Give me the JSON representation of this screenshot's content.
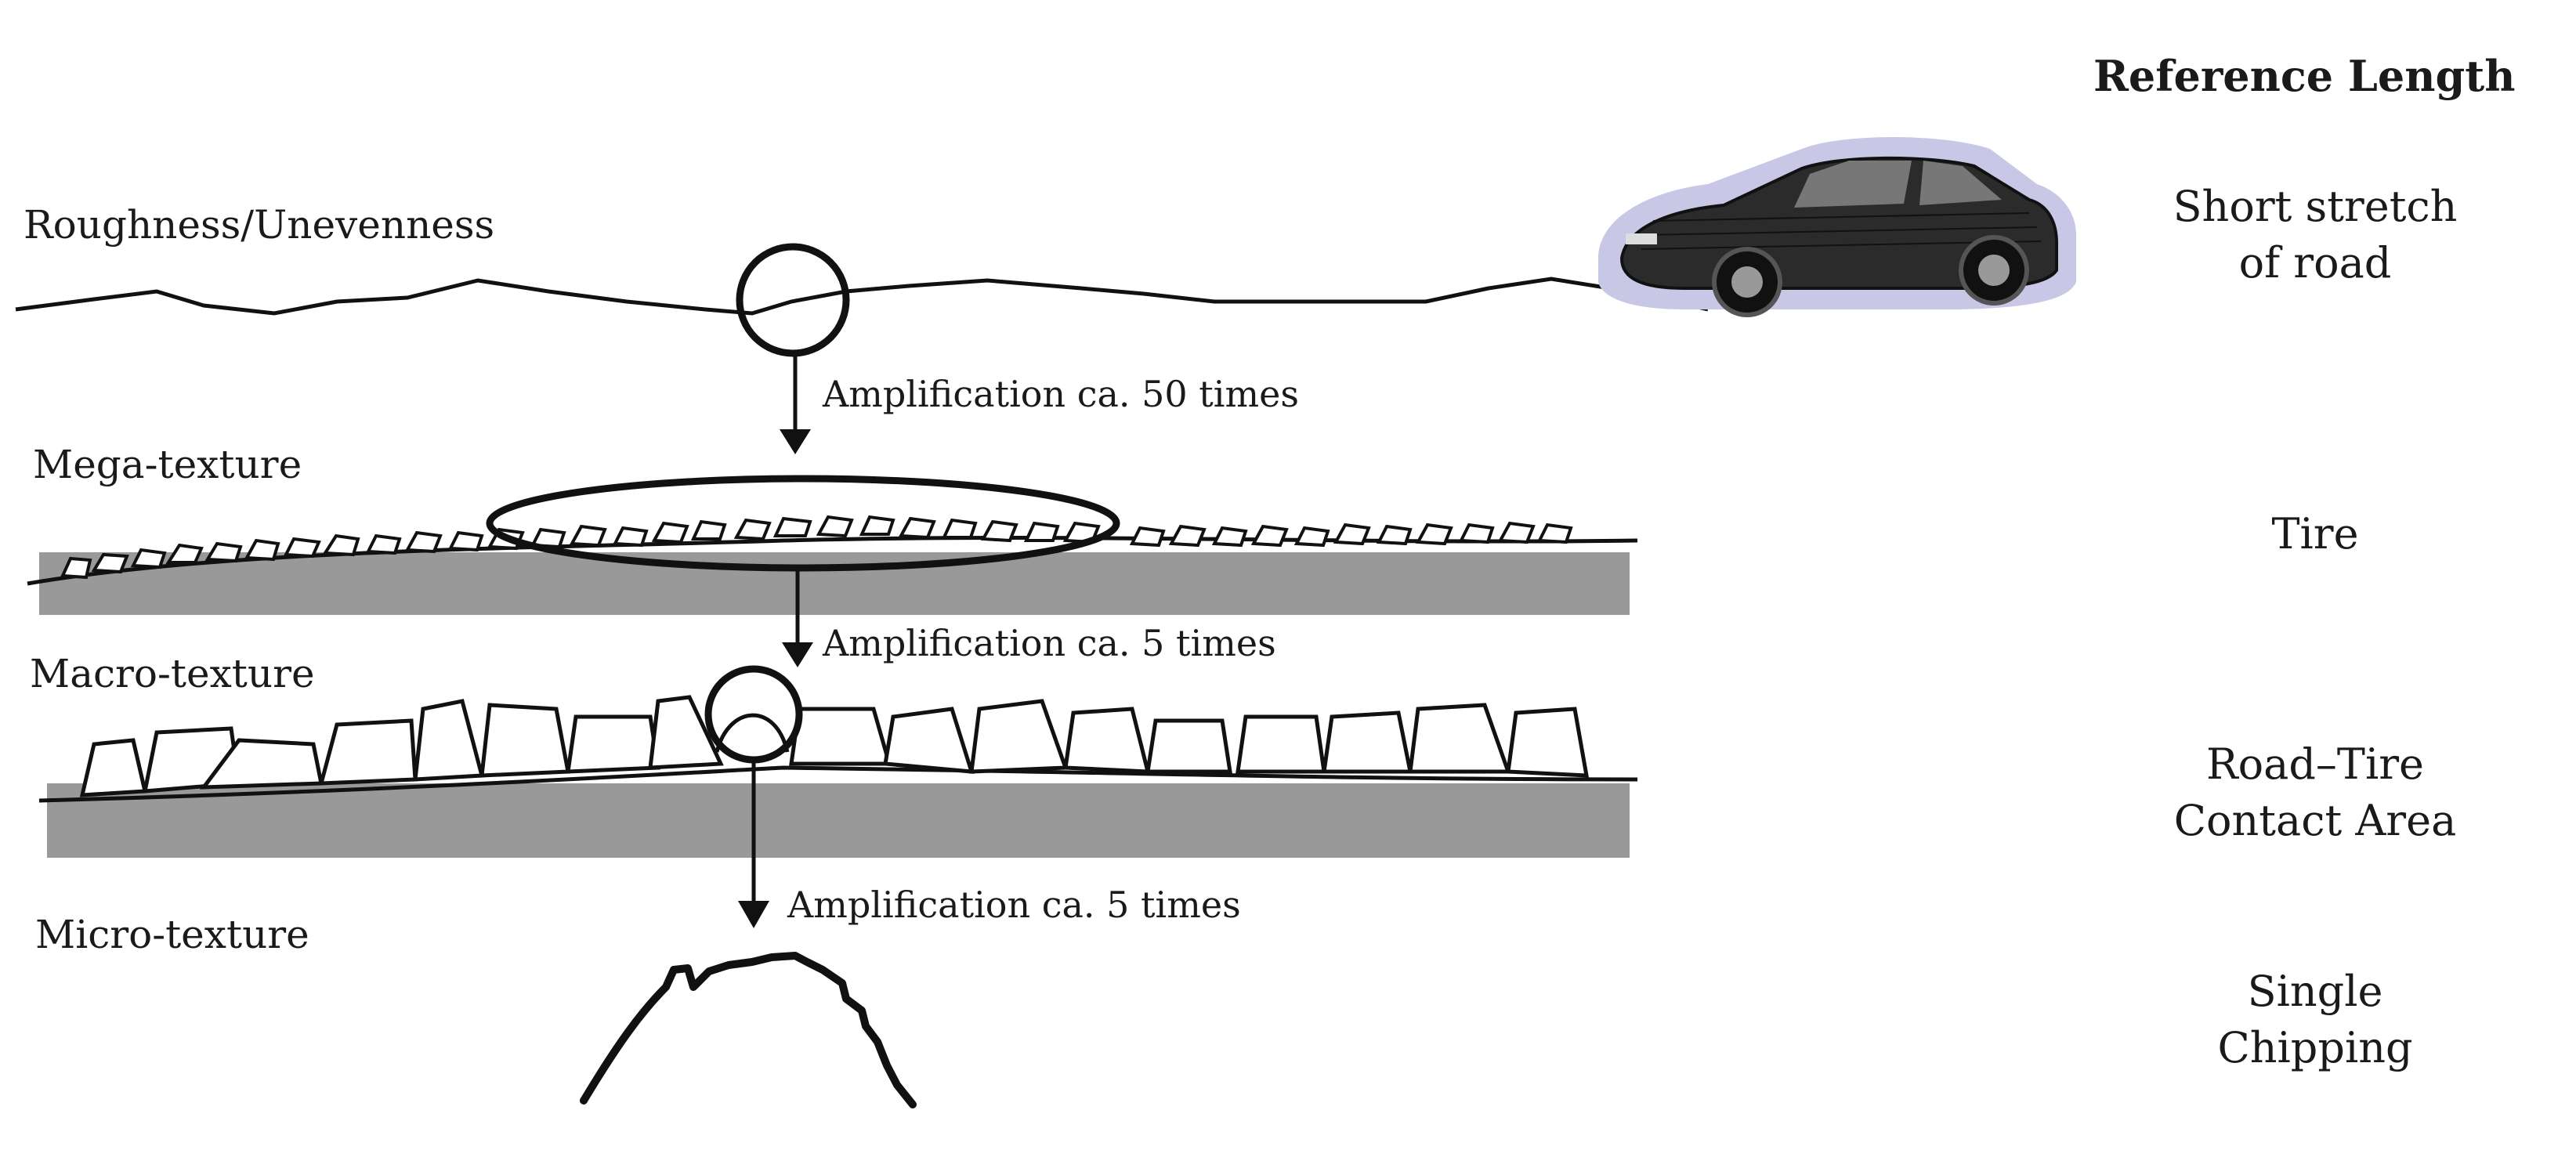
{
  "heading": "Reference Length",
  "levels": [
    {
      "name": "Roughness/Unevenness",
      "reference": [
        "Short stretch",
        "of road"
      ]
    },
    {
      "name": "Mega-texture",
      "reference": [
        "Tire"
      ]
    },
    {
      "name": "Macro-texture",
      "reference": [
        "Road–Tire",
        "Contact Area"
      ]
    },
    {
      "name": "Micro-texture",
      "reference": [
        "Single",
        "Chipping"
      ]
    }
  ],
  "amplifications": [
    "Amplification ca. 50 times",
    "Amplification ca. 5 times",
    "Amplification ca. 5 times"
  ],
  "icons": [
    "car-icon"
  ],
  "colors": {
    "road_base": "#999999",
    "car_halo": "#c8c8e6",
    "ink": "#111111"
  }
}
